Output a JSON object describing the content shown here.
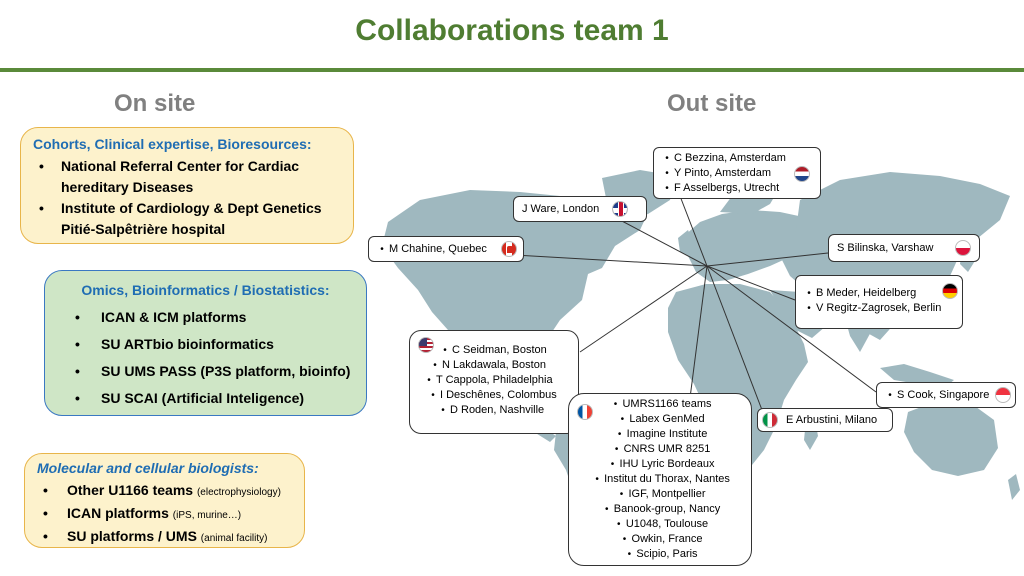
{
  "title": "Collaborations team 1",
  "on_site": {
    "heading": "On site",
    "cohorts": {
      "head": "Cohorts,  Clinical expertise, Bioresources:",
      "items": [
        "National Referral Center for Cardiac",
        "hereditary  Diseases",
        "Institute of Cardiology  & Dept Genetics",
        "Pitié-Salpêtrière  hospital"
      ]
    },
    "omics": {
      "head": "Omics, Bioinformatics  / Biostatistics:",
      "items": [
        "ICAN & ICM platforms",
        "SU ARTbio bioinformatics",
        "SU UMS PASS (P3S platform, bioinfo)",
        "SU SCAI (Artificial Inteligence)"
      ]
    },
    "biologists": {
      "head": "Molecular and cellular biologists:",
      "items": [
        {
          "main": "Other U1166 teams",
          "note": "(electrophysiology)"
        },
        {
          "main": "ICAN platforms",
          "note": "(iPS, murine…)"
        },
        {
          "main": "SU platforms  / UMS",
          "note": "(animal facility)"
        }
      ]
    }
  },
  "out_site": {
    "heading": "Out site",
    "quebec": "M Chahine, Quebec",
    "london": "J Ware, London",
    "netherlands": [
      "C Bezzina, Amsterdam",
      "Y Pinto,  Amsterdam",
      "F Asselbergs, Utrecht"
    ],
    "warsaw": "S Bilinska, Varshaw",
    "germany": [
      "B Meder,  Heidelberg",
      "V Regitz-Zagrosek, Berlin"
    ],
    "usa": [
      "C Seidman, Boston",
      "N Lakdawala, Boston",
      "T Cappola, Philadelphia",
      "I Deschênes, Colombus",
      "D Roden, Nashville"
    ],
    "france": [
      "UMRS1166 teams",
      "Labex GenMed",
      "Imagine Institute",
      "CNRS UMR  8251",
      "IHU Lyric Bordeaux",
      "Institut du Thorax, Nantes",
      "IGF, Montpellier",
      "Banook-group,  Nancy",
      "U1048, Toulouse",
      "Owkin, France",
      "Scipio, Paris"
    ],
    "milano": "E Arbustini, Milano",
    "singapore": "S Cook, Singapore"
  },
  "colors": {
    "title": "#4f7d32",
    "heading": "#808080",
    "panel_head": "#1f6db3",
    "map": "#9fb8bf"
  },
  "icons": [
    "canada-flag-icon",
    "uk-flag-icon",
    "netherlands-flag-icon",
    "poland-flag-icon",
    "germany-flag-icon",
    "usa-flag-icon",
    "france-flag-icon",
    "italy-flag-icon",
    "singapore-flag-icon"
  ]
}
